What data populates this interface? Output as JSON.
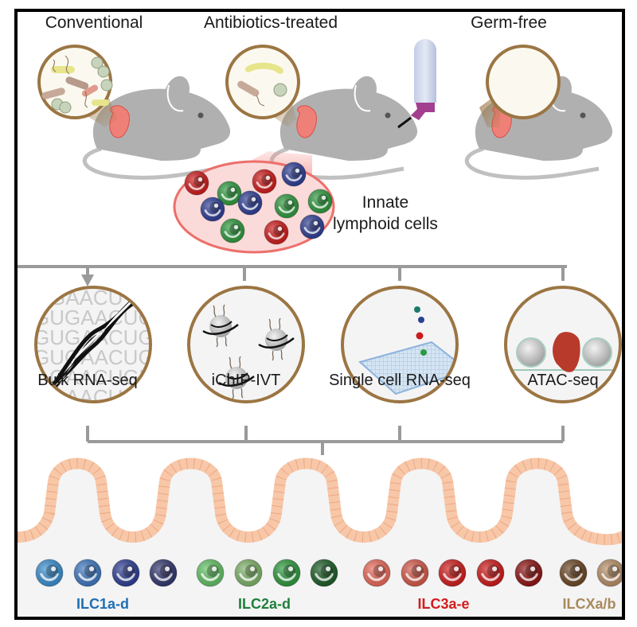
{
  "conditions": [
    {
      "label": "Conventional"
    },
    {
      "label": "Antibiotics-treated"
    },
    {
      "label": "Germ-free"
    }
  ],
  "ilc_cluster": {
    "label_line1": "Innate",
    "label_line2": "lymphoid cells"
  },
  "methods": [
    {
      "label": "Bulk RNA-seq"
    },
    {
      "label": "iChIP-IVT"
    },
    {
      "label": "Single cell RNA-seq"
    },
    {
      "label": "ATAC-seq"
    }
  ],
  "dna_sequence_rows": [
    "GAACU",
    "GUGAACUGU",
    "GUGAACUGU",
    "GUGAACUGU",
    "GAACUGU",
    "GAACU"
  ],
  "ilc_groups": [
    {
      "label": "ILC1a-d",
      "color": "#1f6fb2",
      "cells": [
        "#3a8fd0",
        "#3f78c0",
        "#2f3f95",
        "#33386f"
      ]
    },
    {
      "label": "ILC2a-d",
      "color": "#1f7f3a",
      "cells": [
        "#63c265",
        "#7fb36a",
        "#2f9a3f",
        "#1d5e27"
      ]
    },
    {
      "label": "ILC3a-e",
      "color": "#d31d1d",
      "cells": [
        "#ea6a5a",
        "#d65a4a",
        "#d21d1d",
        "#cf1a1a",
        "#8f1414"
      ]
    },
    {
      "label": "ILCXa/b",
      "color": "#a98a5c",
      "cells": [
        "#6d4726",
        "#b99068"
      ]
    }
  ],
  "colors": {
    "ring": "#9b7543",
    "connector": "#9a9a9a",
    "mouse": "#b0b0b0",
    "intestine": "#f7c7a8",
    "intestine_stroke": "#e89b73",
    "ilc_cluster_fill": "#fbdada",
    "ilc_cluster_stroke": "#ec6f6b"
  }
}
